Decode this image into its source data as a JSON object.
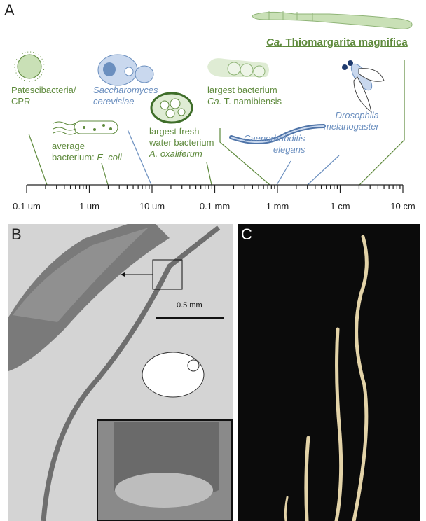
{
  "panels": {
    "a": "A",
    "b": "B",
    "c": "C"
  },
  "organisms": {
    "patesci": [
      "Patescibacteria/",
      "CPR"
    ],
    "sacch": [
      "Saccharomyces",
      "cerevisiae"
    ],
    "ecoli": [
      "average",
      "bacterium: ",
      "E. coli"
    ],
    "aox": [
      "largest fresh",
      "water bacterium",
      "A. oxaliferum"
    ],
    "tnamib": [
      "largest bacterium",
      "Ca.",
      "T. namibiensis"
    ],
    "celegans": [
      "Caenorhabditis",
      "elegans"
    ],
    "dros": [
      "Drosophila",
      "melanogaster"
    ],
    "thio": [
      "Ca.",
      "Thiomargarita magnifica"
    ]
  },
  "scale_ticks": [
    "0.1 um",
    "1 um",
    "10 um",
    "0.1 mm",
    "1 mm",
    "1 cm",
    "10 cm"
  ],
  "scale_bar": "0.5 mm",
  "colors": {
    "green": "#5e8a3c",
    "blue": "#6b8fbf",
    "lightgreen": "#c9e0b6"
  }
}
